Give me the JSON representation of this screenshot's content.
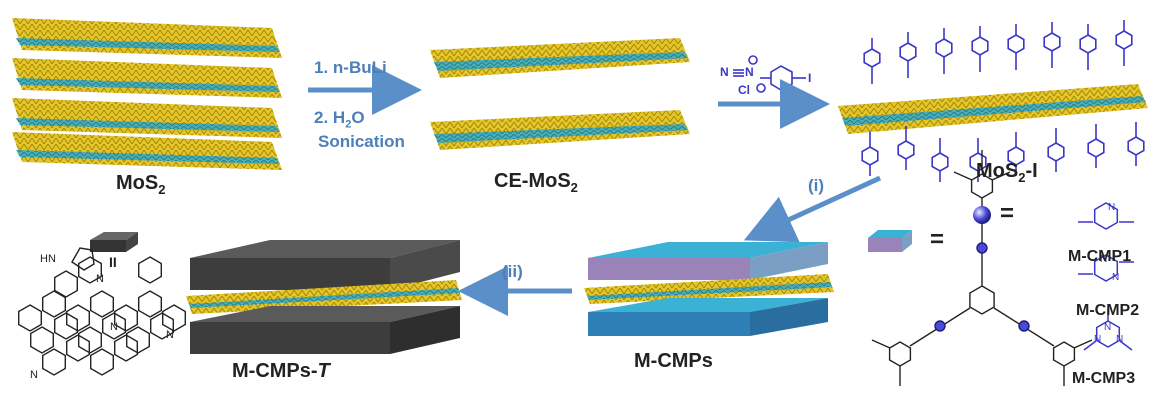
{
  "labels": {
    "mos2": {
      "main": "MoS",
      "sub": "2"
    },
    "ce_mos2": {
      "main": "CE-MoS",
      "sub": "2"
    },
    "mos2_i": {
      "main": "MoS",
      "sub": "2",
      "suffix": "-I"
    },
    "m_cmps": "M-CMPs",
    "m_cmps_t": {
      "main": "M-CMPs-",
      "italic": "T"
    },
    "m_cmp1": "M-CMP1",
    "m_cmp2": "M-CMP2",
    "m_cmp3": "M-CMP3",
    "equals_1": "=",
    "equals_2": "=",
    "block_legend": "II"
  },
  "steps": {
    "s1": "1. n-BuLi",
    "s2": {
      "main": "2. H",
      "sub": "2",
      "suffix": "O"
    },
    "s3": "Sonication",
    "i": "(i)",
    "ii": "(ii)"
  },
  "reagent": {
    "n2": "N",
    "cl": "Cl",
    "iodo": "I"
  },
  "colors": {
    "sulfur": "#e6c21a",
    "molybdenum": "#3fa9b5",
    "arrow": "#5b8fc9",
    "polymer_top": "#3cb1d6",
    "polymer_side": "#9a83b8",
    "carbon_top": "#5a5a5a",
    "carbon_side": "#3d3d3d",
    "molecule": "#3a36c8"
  }
}
